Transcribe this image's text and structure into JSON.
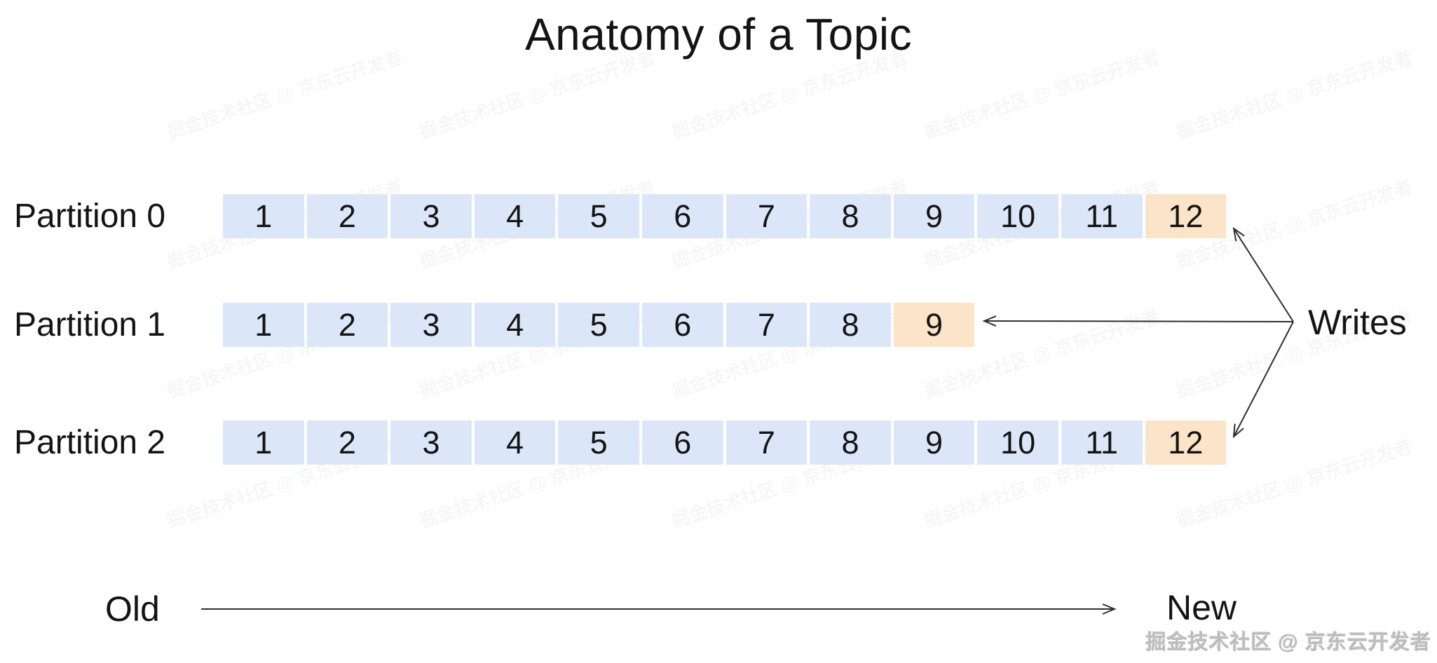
{
  "title": "Anatomy of a Topic",
  "partitions": [
    {
      "label": "Partition 0",
      "cells": [
        1,
        2,
        3,
        4,
        5,
        6,
        7,
        8,
        9,
        10,
        11,
        12
      ],
      "highlighted": 12
    },
    {
      "label": "Partition 1",
      "cells": [
        1,
        2,
        3,
        4,
        5,
        6,
        7,
        8,
        9
      ],
      "highlighted": 9
    },
    {
      "label": "Partition 2",
      "cells": [
        1,
        2,
        3,
        4,
        5,
        6,
        7,
        8,
        9,
        10,
        11,
        12
      ],
      "highlighted": 12
    }
  ],
  "writes_label": "Writes",
  "timeline": {
    "old_label": "Old",
    "new_label": "New"
  },
  "watermark": {
    "text": "掘金技术社区 @ 京东云开发者"
  },
  "background_watermark": {
    "text": "掘金技术社区 @ 京东云开发者"
  },
  "colors": {
    "cell_blue": "#dbe7f8",
    "cell_orange": "#fbe4c8",
    "text": "#141414",
    "line": "#2f2f2f",
    "watermark_gray": "#bdbdbd"
  }
}
